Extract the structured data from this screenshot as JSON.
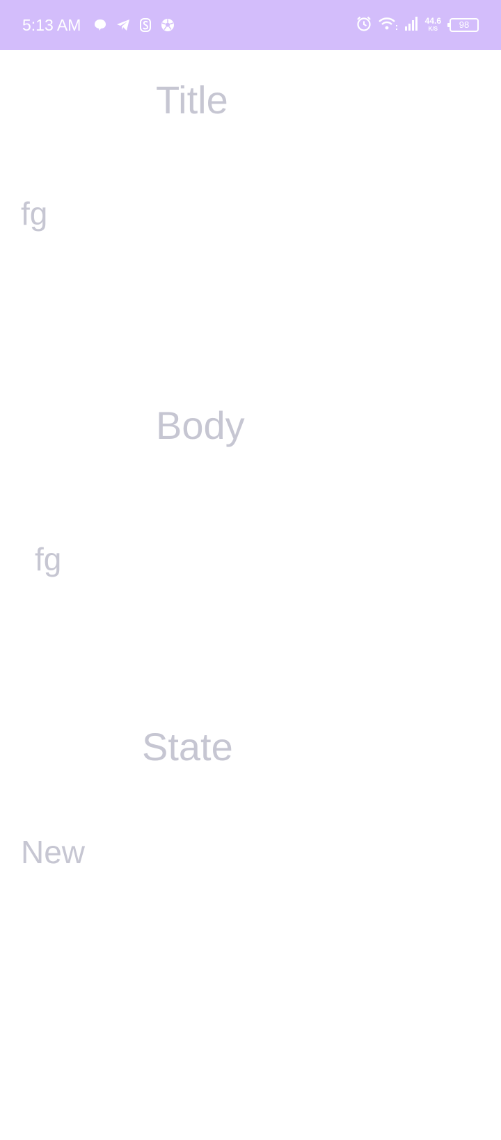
{
  "status_bar": {
    "time": "5:13 AM",
    "notification_icons": [
      "chat-bubble-icon",
      "telegram-icon",
      "app-s-icon",
      "soccer-ball-icon"
    ],
    "system_icons": [
      "alarm-icon",
      "wifi-icon",
      "signal-icon"
    ],
    "network_speed_value": "44.6",
    "network_speed_unit": "K/S",
    "battery_level": "98",
    "background_color": "#d3bdfb"
  },
  "fields": {
    "title_label": "Title",
    "title_value": "fg",
    "body_label": "Body",
    "body_value": "fg",
    "state_label": "State",
    "state_value": "New"
  },
  "colors": {
    "text": "#c6c6d2",
    "background": "#ffffff"
  }
}
